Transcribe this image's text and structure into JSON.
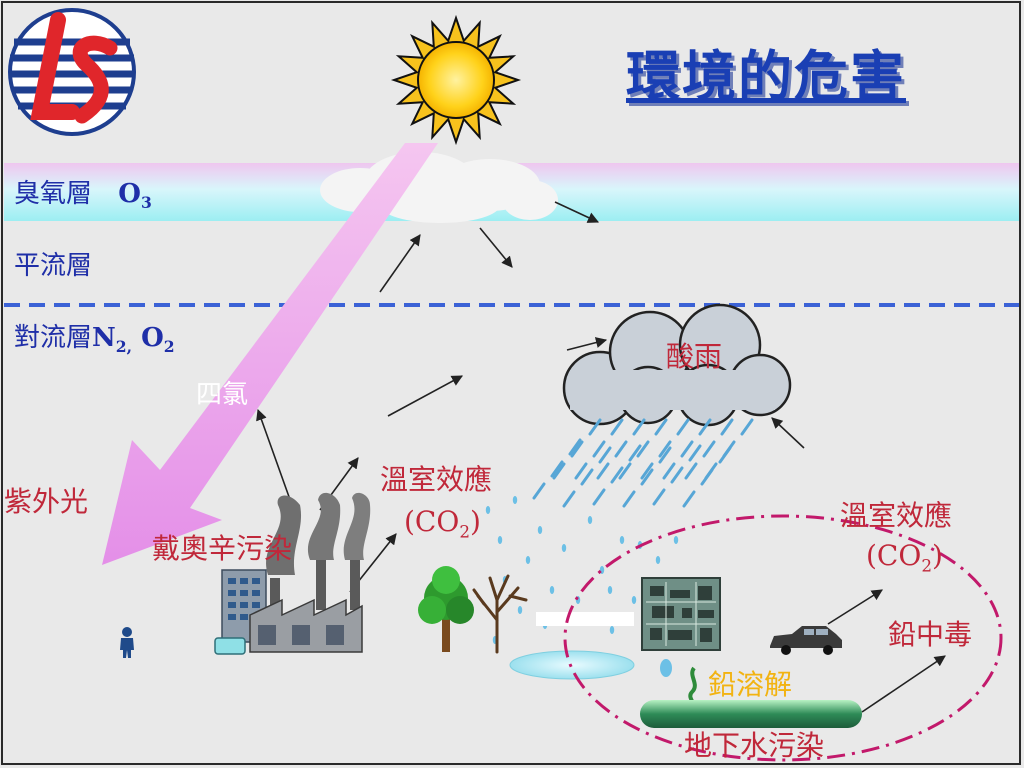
{
  "title": "環境的危害",
  "layers": {
    "ozone": "臭氧層",
    "ozone_formula": "O",
    "ozone_sub": "3",
    "stratosphere": "平流層",
    "troposphere": "對流層",
    "tropo_n": "N",
    "tropo_n_sub": "2,",
    "tropo_o": " O",
    "tropo_o_sub": "2"
  },
  "labels": {
    "uv": "紫外光",
    "dioxin": "戴奧辛污染",
    "greenhouse_1": "溫室效應",
    "co2_1_open": "(CO",
    "co2_1_sub": "2",
    "co2_1_close": ")",
    "greenhouse_2": "溫室效應",
    "co2_2_open": "(CO",
    "co2_2_sub": "2",
    "co2_2_close": ")",
    "acid_rain": "酸雨",
    "lead_poison": "鉛中毒",
    "lead_dissolve": "鉛溶解",
    "groundwater": "地下水污染",
    "faded_text": "四氯"
  },
  "icons": {
    "logo": "ls-logo-icon",
    "sun": "sun-icon",
    "cloud": "rain-cloud-icon",
    "factory": "factory-icon",
    "trees": "trees-icon",
    "circuit": "circuit-board-icon",
    "car": "car-icon",
    "person": "person-icon"
  },
  "colors": {
    "background": "#e9e9e9",
    "title": "#1a3fb4",
    "layer_text": "#1f2fa8",
    "hazard_text": "#c0283a",
    "uv_arrow": "#e99ce9",
    "ozone_band": "#b8f0f4",
    "lead_text": "#f2b311",
    "dashed_line": "#3b62d6",
    "ellipse": "#c2196b"
  }
}
